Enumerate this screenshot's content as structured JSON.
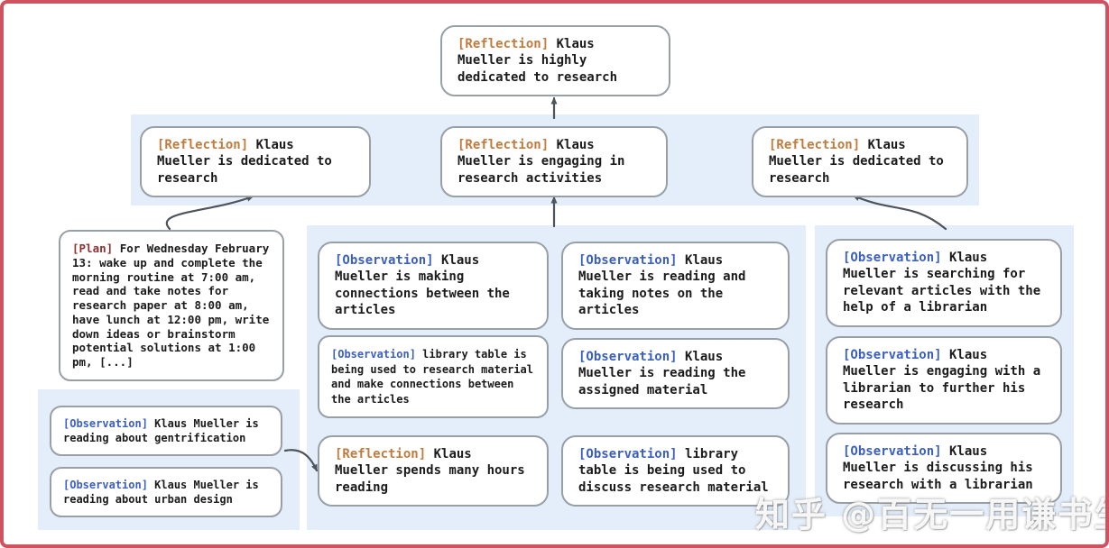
{
  "watermark": "知乎 @百无一用谦书生",
  "colors": {
    "frame_border": "#cf5260",
    "panel_background": "#e4eefa",
    "node_border": "#98a0a6",
    "reflection_tag": "#bf7c3e",
    "observation_tag": "#3b5fc0",
    "plan_tag": "#8e3030",
    "arrow": "#4d545b",
    "text": "#1b1b1b"
  },
  "nodes": {
    "root": {
      "tag": "[Reflection]",
      "text": "Klaus Mueller is highly dedicated to research"
    },
    "reflection_left": {
      "tag": "[Reflection]",
      "text": "Klaus Mueller is dedicated to research"
    },
    "reflection_mid": {
      "tag": "[Reflection]",
      "text": "Klaus Mueller is engaging in research activities"
    },
    "reflection_right": {
      "tag": "[Reflection]",
      "text": "Klaus Mueller is dedicated to research"
    },
    "plan": {
      "tag": "[Plan]",
      "text": "For Wednesday February 13: wake up and complete the morning routine at 7:00 am, read and take notes for research paper at 8:00 am, have lunch at 12:00 pm, write down ideas or brainstorm potential solutions at 1:00 pm, [...]"
    },
    "obs_gentrification": {
      "tag": "[Observation]",
      "text": "Klaus Mueller is reading about gentrification"
    },
    "obs_urban_design": {
      "tag": "[Observation]",
      "text": "Klaus Mueller is reading about urban design"
    },
    "obs_connections": {
      "tag": "[Observation]",
      "text": "Klaus Mueller is making connections between the articles"
    },
    "obs_library_research": {
      "tag": "[Observation]",
      "text": "library table is being used to research material and make connections between the articles"
    },
    "reflection_hours": {
      "tag": "[Reflection]",
      "text": "Klaus Mueller spends many hours reading"
    },
    "obs_reading_notes": {
      "tag": "[Observation]",
      "text": "Klaus Mueller is reading and taking notes on the articles"
    },
    "obs_assigned_material": {
      "tag": "[Observation]",
      "text": "Klaus Mueller is reading the assigned material"
    },
    "obs_library_discuss": {
      "tag": "[Observation]",
      "text": "library table is being used to discuss research material"
    },
    "obs_searching_articles": {
      "tag": "[Observation]",
      "text": "Klaus Mueller is searching for relevant articles with the help of a librarian"
    },
    "obs_engaging_librarian": {
      "tag": "[Observation]",
      "text": "Klaus Mueller is engaging with a librarian to further his research"
    },
    "obs_discussing_research": {
      "tag": "[Observation]",
      "text": "Klaus Mueller is discussing his research with a librarian"
    }
  }
}
